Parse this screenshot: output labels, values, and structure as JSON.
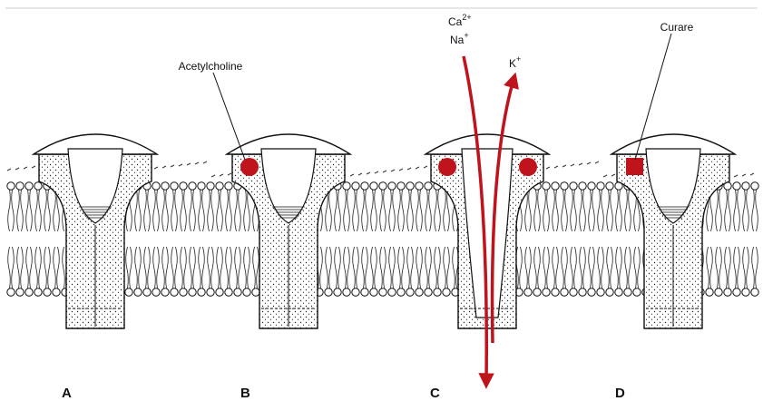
{
  "panels": [
    {
      "id": "A",
      "label": "A"
    },
    {
      "id": "B",
      "label": "B"
    },
    {
      "id": "C",
      "label": "C"
    },
    {
      "id": "D",
      "label": "D"
    }
  ],
  "annotations": {
    "acetylcholine": "Acetylcholine",
    "curare": "Curare"
  },
  "ions": {
    "calcium": {
      "symbol": "Ca",
      "charge": "2+"
    },
    "sodium": {
      "symbol": "Na",
      "charge": "+"
    },
    "potassium": {
      "symbol": "K",
      "charge": "+"
    }
  },
  "colors": {
    "ligand": "#c0141c",
    "ion_flow": "#c0141c",
    "ink": "#111111",
    "channel_fill": "#ffffff",
    "top_rule": "#cccccc"
  }
}
